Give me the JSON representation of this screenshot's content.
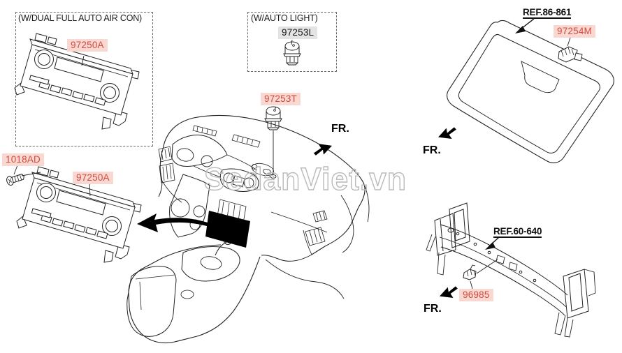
{
  "watermark": "SedanViet.vn",
  "colors": {
    "part_link_text": "#d14b40",
    "part_link_bg": "#f8d8d0",
    "muted_part_text": "#1a1a1a",
    "muted_part_bg": "#e4e4e4",
    "line_art": "#222222",
    "watermark": "#b9b9b9"
  },
  "variants": {
    "dual_auto_aircon": "(W/DUAL FULL AUTO AIR CON)",
    "auto_light": "(W/AUTO LIGHT)"
  },
  "parts": {
    "heater_control_auto": "97250A",
    "auto_light_sensor": "97253L",
    "photo_sensor": "97253T",
    "screw": "1018AD",
    "heater_control_main": "97250A",
    "windshield_bracket": "97254M",
    "ambient_sensor": "96985"
  },
  "references": {
    "windshield_glass": "REF.86-861",
    "cowl_crossmember": "REF.60-640"
  },
  "direction_front": "FR."
}
